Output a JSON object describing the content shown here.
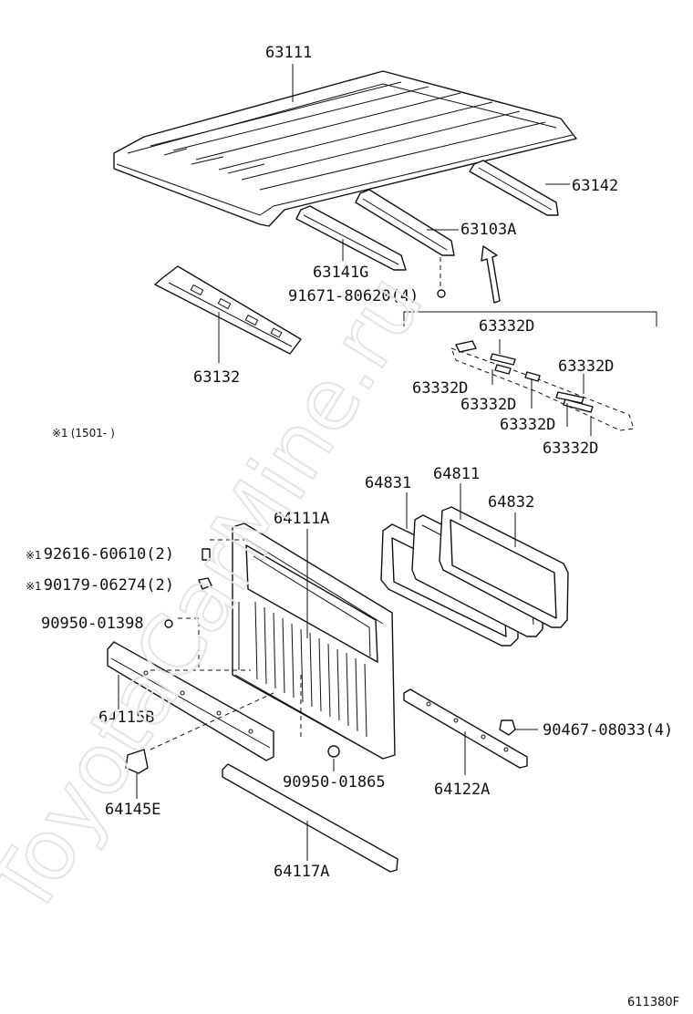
{
  "parts": {
    "p63111": "63111",
    "p63142": "63142",
    "p63103A": "63103A",
    "p63141G": "63141G",
    "p91671": "91671-80620(4)",
    "p63132": "63132",
    "p63332D_a": "63332D",
    "p63332D_b": "63332D",
    "p63332D_c": "63332D",
    "p63332D_d": "63332D",
    "p63332D_e": "63332D",
    "p63332D_f": "63332D",
    "p64831": "64831",
    "p64811": "64811",
    "p64832": "64832",
    "p64111A": "64111A",
    "p92616": "92616-60610(2)",
    "p90179": "90179-06274(2)",
    "p90950_01398": "90950-01398",
    "p64115B": "64115B",
    "p64145E": "64145E",
    "p90950_01865": "90950-01865",
    "p64122A": "64122A",
    "p90467": "90467-08033(4)",
    "p64117A": "64117A"
  },
  "note": {
    "mark": "※1",
    "text": "(1501-      )"
  },
  "footnote_mark": "※1",
  "figure_id": "611380F",
  "watermark": "ToyotaCarMine.ru"
}
